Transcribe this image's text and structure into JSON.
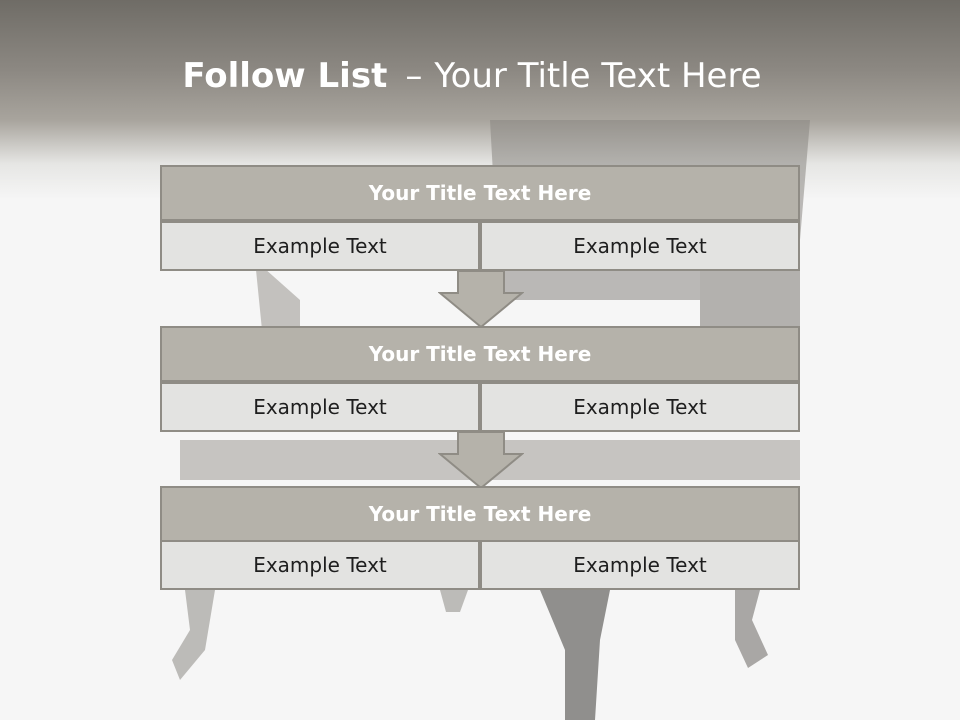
{
  "slide": {
    "title_bold": "Follow List",
    "title_dash": "–",
    "title_rest": "Your Title Text Here"
  },
  "blocks": [
    {
      "title": "Your Title Text Here",
      "left": "Example Text",
      "right": "Example Text"
    },
    {
      "title": "Your Title Text Here",
      "left": "Example Text",
      "right": "Example Text"
    },
    {
      "title": "Your Title Text Here",
      "left": "Example Text",
      "right": "Example Text"
    }
  ],
  "colors": {
    "title_bar": "#b5b2aa",
    "cell": "#e3e3e1",
    "border": "#8f8c85",
    "arrow": "#b5b2aa"
  }
}
